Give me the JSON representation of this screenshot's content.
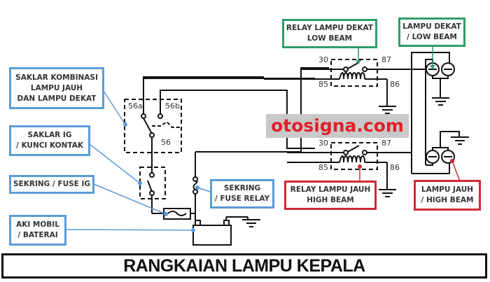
{
  "title": "RANGKAIAN LAMPU KEPALA",
  "watermark": "otosigna.com",
  "labels": {
    "saklar_kombinasi": [
      "SAKLAR KOMBINASI",
      "LAMPU JAUH",
      "DAN LAMPU DEKAT"
    ],
    "saklar_ig": [
      "SAKLAR IG",
      "/ KUNCI KONTAK"
    ],
    "sekring_ig": [
      "SEKRING / FUSE IG"
    ],
    "aki": [
      "AKI MOBIL",
      "/ BATERAI"
    ],
    "sekring_relay": [
      "SEKRING",
      "/ FUSE RELAY"
    ],
    "relay_dekat": [
      "RELAY LAMPU DEKAT",
      "LOW BEAM"
    ],
    "lampu_dekat": [
      "LAMPU DEKAT",
      "/ LOW BEAM"
    ],
    "relay_jauh": [
      "RELAY LAMPU JAUH",
      "HIGH BEAM"
    ],
    "lampu_jauh": [
      "LAMPU JAUH",
      "/ HIGH BEAM"
    ]
  },
  "switch_terminals": {
    "t56a": "56a",
    "t56b": "56b",
    "t56": "56"
  },
  "relay_low_pins": {
    "p30": "30",
    "p87": "87",
    "p85": "85",
    "p86": "86"
  },
  "relay_high_pins": {
    "p30": "30",
    "p87": "87",
    "p85": "85",
    "p86": "86"
  },
  "colors": {
    "blue_label": "#5b9bd5",
    "green_label": "#2e9e6a",
    "red_label": "#d02a36",
    "wire": "#111111",
    "watermark_text": "#e0202a",
    "watermark_bg": "#c9c9c9"
  }
}
